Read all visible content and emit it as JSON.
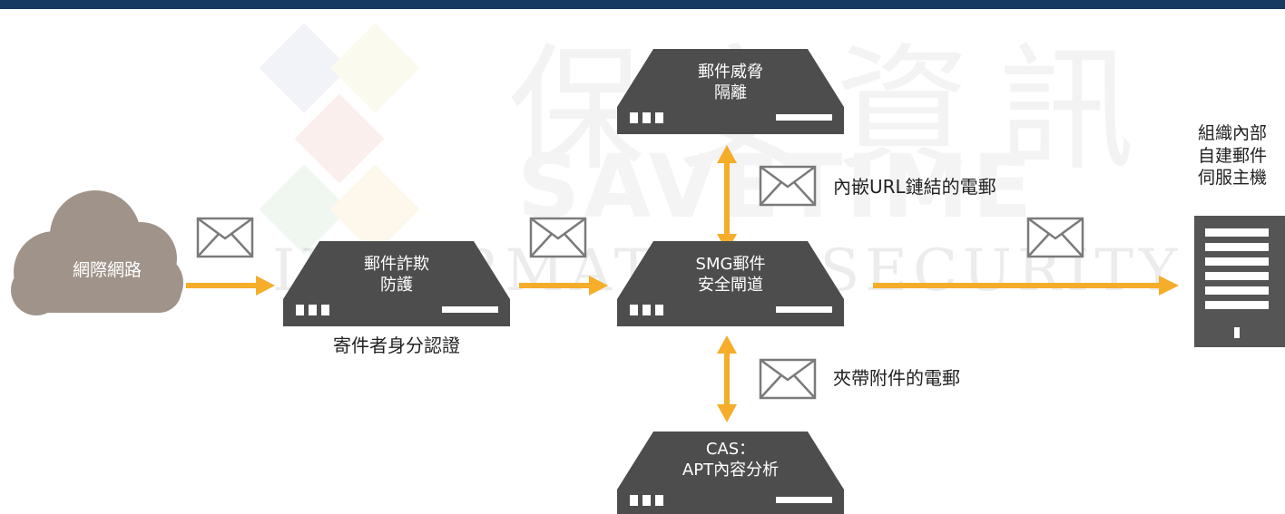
{
  "colors": {
    "top_bar": "#173a63",
    "arrow": "#f5ad2a",
    "device": "#4d4d4d",
    "cloud": "#a0948a",
    "server": "#555555",
    "envelope_stroke": "#7a7a7a"
  },
  "watermark": {
    "cjk": "保安資訊",
    "brand": "SAVETIME",
    "sub": "INFORMATION SECURITY"
  },
  "nodes": {
    "internet": {
      "label": "網際網路"
    },
    "fraud_protection": {
      "line1": "郵件詐欺",
      "line2": "防護",
      "caption": "寄件者身分認證"
    },
    "quarantine": {
      "line1": "郵件威脅",
      "line2": "隔離"
    },
    "smg": {
      "line1": "SMG郵件",
      "line2": "安全閘道"
    },
    "cas": {
      "line1": "CAS：",
      "line2": "APT內容分析"
    },
    "server": {
      "line1": "組織內部",
      "line2": "自建郵件",
      "line3": "伺服主機"
    }
  },
  "edges": {
    "url_mail": "內嵌URL鏈結的電郵",
    "attachment_mail": "夾帶附件的電郵"
  },
  "icons": [
    "envelope-icon",
    "cloud-icon",
    "server-icon",
    "appliance-icon"
  ]
}
